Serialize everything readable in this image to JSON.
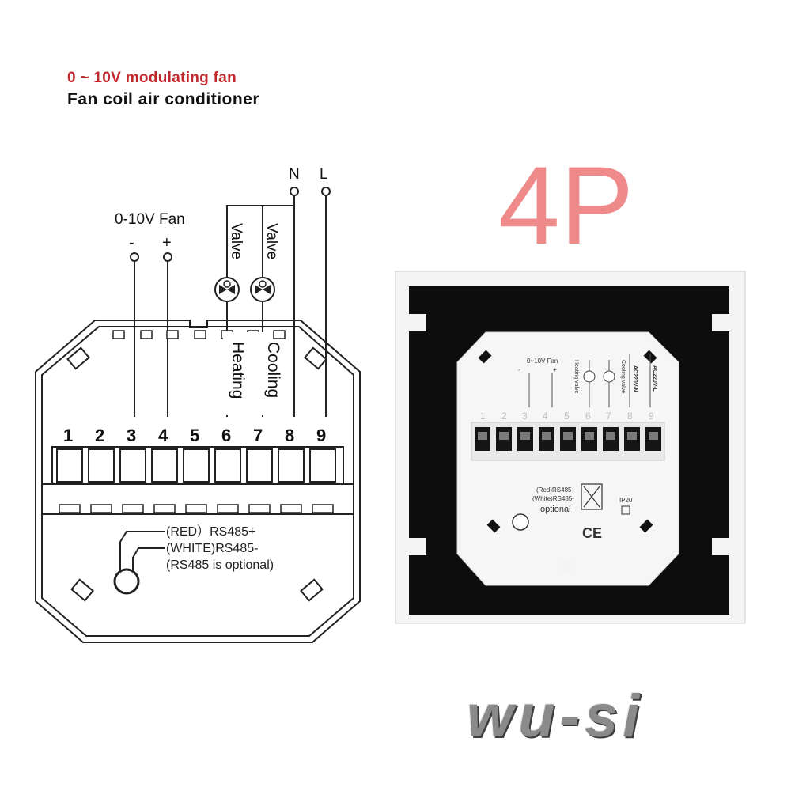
{
  "header": {
    "subtitle": "0 ~ 10V modulating fan",
    "title": "Fan coil air conditioner",
    "badge": "4P"
  },
  "left_diagram": {
    "fan_label": "0-10V Fan",
    "minus": "-",
    "plus": "+",
    "n": "N",
    "l": "L",
    "valve1": "Valve",
    "valve2": "Valve",
    "heating": "Heating",
    "cooling": "Cooling",
    "terminals": [
      "1",
      "2",
      "3",
      "4",
      "5",
      "6",
      "7",
      "8",
      "9"
    ],
    "rs485": {
      "line1": "(RED）RS485+",
      "line2": "(WHITE)RS485-",
      "line3": "(RS485 is optional)"
    }
  },
  "photo": {
    "fan_label": "0~10V Fan",
    "minus": "-",
    "plus": "+",
    "heating_valve": "Heating valve",
    "cooling_valve": "Cooling valve",
    "ac220n": "AC220V-N",
    "ac220l": "AC220V-L",
    "terminals": [
      "1",
      "2",
      "3",
      "4",
      "5",
      "6",
      "7",
      "8",
      "9"
    ],
    "rs_red": "(Red)RS485",
    "rs_white": "(White)RS485-",
    "optional": "optional",
    "ip": "IP20",
    "ce": "CE"
  },
  "brand": "wu-si",
  "colors": {
    "accent_red": "#c0282c",
    "badge_pink": "#ef8a8a"
  }
}
